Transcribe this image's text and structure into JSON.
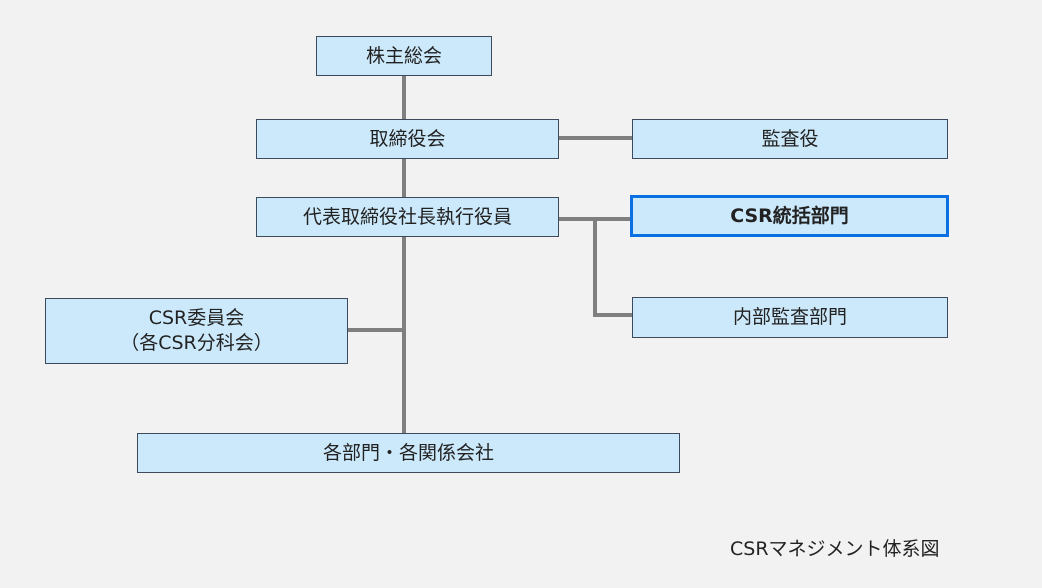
{
  "nodes": {
    "shareholders": "株主総会",
    "board": "取締役会",
    "auditor": "監査役",
    "ceo": "代表取締役社長執行役員",
    "csr_dept": "CSR統括部門",
    "internal_audit": "内部監査部門",
    "csr_committee_line1": "CSR委員会",
    "csr_committee_line2": "（各CSR分科会）",
    "divisions": "各部門・各関係会社"
  },
  "caption": "CSRマネジメント体系図",
  "colors": {
    "background": "#f2f2f2",
    "box_fill": "#cce9fb",
    "box_border": "#3d4a5c",
    "highlight_border": "#0a6fe0",
    "connector": "#7f7f7f"
  }
}
